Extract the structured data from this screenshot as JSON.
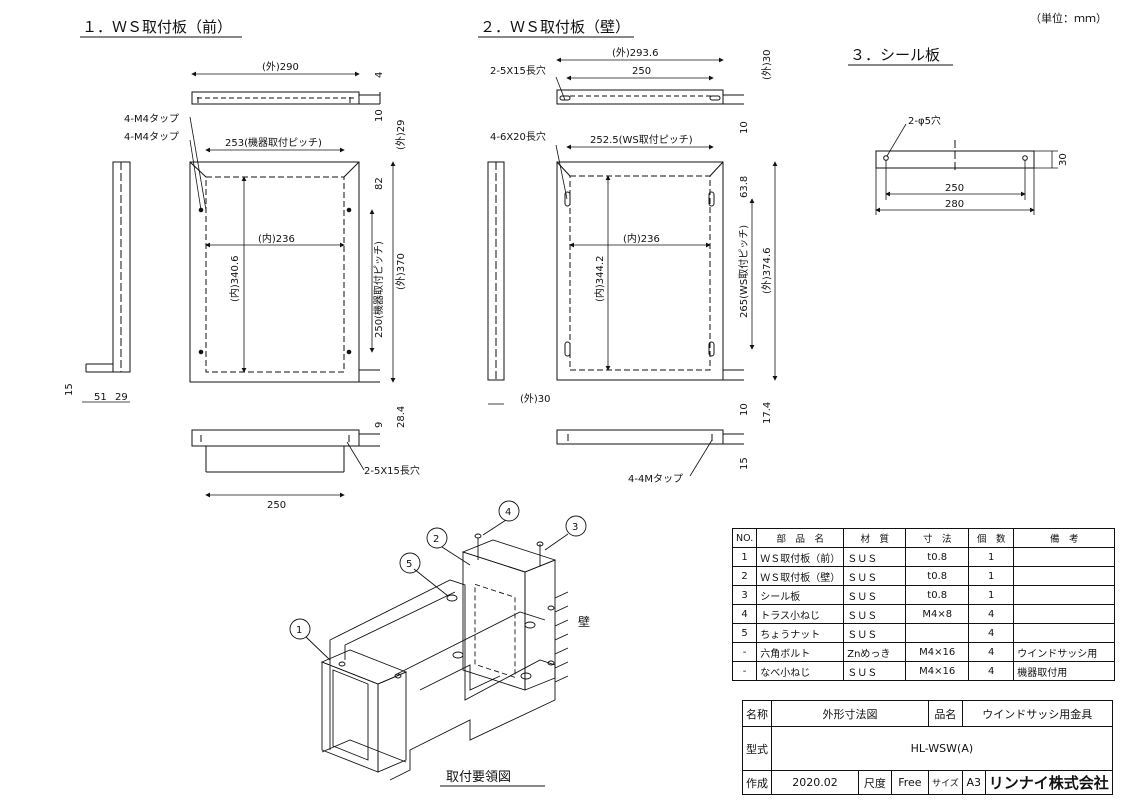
{
  "unit_note": "（単位：ｍｍ）",
  "sections": {
    "front": "１．ＷＳ取付板（前）",
    "wall": "２．ＷＳ取付板（壁）",
    "seal": "３．シール板"
  },
  "front_dims": {
    "outer_width": "(外)290",
    "pitch": "253(機器取付ピッチ)",
    "inner_width": "(内)236",
    "inner_height": "(内)340.6",
    "outer_height": "(外)370",
    "pitch_v": "250(機器取付ピッチ)",
    "d82": "82",
    "d29": "(外)29",
    "d4": "4",
    "d10": "10",
    "d28_4": "28.4",
    "d9": "9",
    "d250": "250",
    "d15": "15",
    "d51": "51",
    "d29b": "29",
    "tap1": "4-M4タップ",
    "tap2": "4-M4タップ",
    "slot": "2-5X15長穴"
  },
  "wall_dims": {
    "outer_width": "(外)293.6",
    "width250": "250",
    "pitch": "252.5(WS取付ピッチ)",
    "inner_width": "(内)236",
    "inner_height": "(内)344.2",
    "outer_height": "(外)374.6",
    "pitch_v": "265(WS取付ピッチ)",
    "d63_8": "63.8",
    "d30": "(外)30",
    "d10": "10",
    "d17_4": "17.4",
    "d10b": "10",
    "d15": "15",
    "side30": "(外)30",
    "slot1": "2-5X15長穴",
    "slot2": "4-6X20長穴",
    "tap": "4-4Mタップ"
  },
  "seal_dims": {
    "hole": "2-φ5穴",
    "d250": "250",
    "d280": "280",
    "d30": "30"
  },
  "assembly": {
    "caption": "取付要領図",
    "wall_label": "壁",
    "balloons": [
      "1",
      "2",
      "3",
      "4",
      "5"
    ]
  },
  "parts_table": {
    "headers": [
      "NO.",
      "部　品　名",
      "材　質",
      "寸　法",
      "個　数",
      "備　考"
    ],
    "rows": [
      [
        "1",
        "ＷＳ取付板（前）",
        "ＳＵＳ",
        "t0.8",
        "1",
        ""
      ],
      [
        "2",
        "ＷＳ取付板（壁）",
        "ＳＵＳ",
        "t0.8",
        "1",
        ""
      ],
      [
        "3",
        "シール板",
        "ＳＵＳ",
        "t0.8",
        "1",
        ""
      ],
      [
        "4",
        "トラス小ねじ",
        "ＳＵＳ",
        "M4×8",
        "4",
        ""
      ],
      [
        "5",
        "ちょうナット",
        "ＳＵＳ",
        "",
        "4",
        ""
      ],
      [
        "-",
        "六角ボルト",
        "Znめっき",
        "M4×16",
        "4",
        "ウインドサッシ用"
      ],
      [
        "-",
        "なべ小ねじ",
        "ＳＵＳ",
        "M4×16",
        "4",
        "機器取付用"
      ]
    ]
  },
  "title_block": {
    "name_label": "名称",
    "name_value": "外形寸法図",
    "product_label": "品名",
    "product_value": "ウインドサッシ用金具",
    "model_label": "型式",
    "model_value": "HL-WSW(A)",
    "made_label": "作成",
    "made_value": "2020.02",
    "scale_label": "尺度",
    "scale_value": "Free",
    "size_label": "サイズ",
    "size_value": "A3",
    "company": "リンナイ株式会社"
  }
}
